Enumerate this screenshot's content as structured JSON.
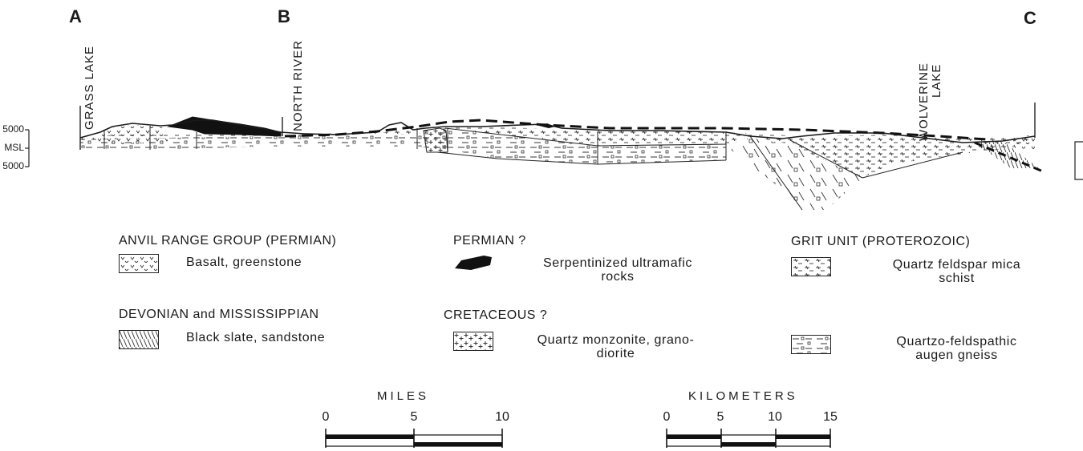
{
  "section": {
    "points": [
      {
        "letter": "A",
        "label": "GRASS LAKE"
      },
      {
        "letter": "B",
        "label": "NORTH RIVER"
      },
      {
        "letter": "C",
        "label": "WOLVERINE LAKE"
      }
    ],
    "wolverine_lines": [
      "WOLVERINE",
      "LAKE"
    ],
    "elevation_labels": [
      "5000",
      "MSL",
      "5000"
    ]
  },
  "legend": {
    "groups": [
      {
        "heading": "ANVIL RANGE GROUP (PERMIAN)",
        "items": [
          {
            "desc": [
              "Basalt, greenstone"
            ],
            "pattern": "basalt"
          }
        ]
      },
      {
        "heading": "DEVONIAN and MISSISSIPPIAN",
        "items": [
          {
            "desc": [
              "Black slate, sandstone"
            ],
            "pattern": "slate"
          }
        ]
      },
      {
        "heading": "PERMIAN ?",
        "items": [
          {
            "desc": [
              "Serpentinized ultramafic",
              "rocks"
            ],
            "pattern": "serpentine"
          }
        ]
      },
      {
        "heading": "CRETACEOUS ?",
        "items": [
          {
            "desc": [
              "Quartz monzonite, grano-",
              "diorite"
            ],
            "pattern": "monzonite"
          }
        ]
      },
      {
        "heading": "GRIT UNIT (PROTEROZOIC)",
        "items": [
          {
            "desc": [
              "Quartz feldspar mica",
              "schist"
            ],
            "pattern": "schist"
          },
          {
            "desc": [
              "Quartzo-feldspathic",
              "augen gneiss"
            ],
            "pattern": "gneiss"
          }
        ]
      }
    ]
  },
  "scales": [
    {
      "title": "MILES",
      "ticks": [
        "0",
        "5",
        "10"
      ]
    },
    {
      "title": "KILOMETERS",
      "ticks": [
        "0",
        "5",
        "10",
        "15"
      ]
    }
  ]
}
